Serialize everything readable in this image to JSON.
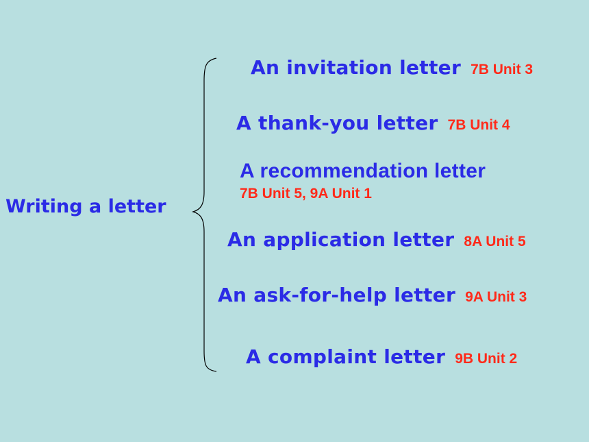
{
  "root": "Writing a letter",
  "letters": [
    {
      "type": "An  invitation  letter",
      "ref": "7B  Unit 3"
    },
    {
      "type": "A   thank-you  letter",
      "ref": "7B Unit 4"
    },
    {
      "type": "A recommendation letter",
      "ref": "7B Unit 5, 9A Unit 1"
    },
    {
      "type": "An application  letter",
      "ref": "8A  Unit 5"
    },
    {
      "type": "An ask-for-help  letter",
      "ref": "9A  Unit 3"
    },
    {
      "type": "A complaint  letter",
      "ref": "9B  Unit 2"
    }
  ],
  "colors": {
    "background": "#b8dfe0",
    "blue": "#2b2be6",
    "red": "#ff2a1a"
  }
}
